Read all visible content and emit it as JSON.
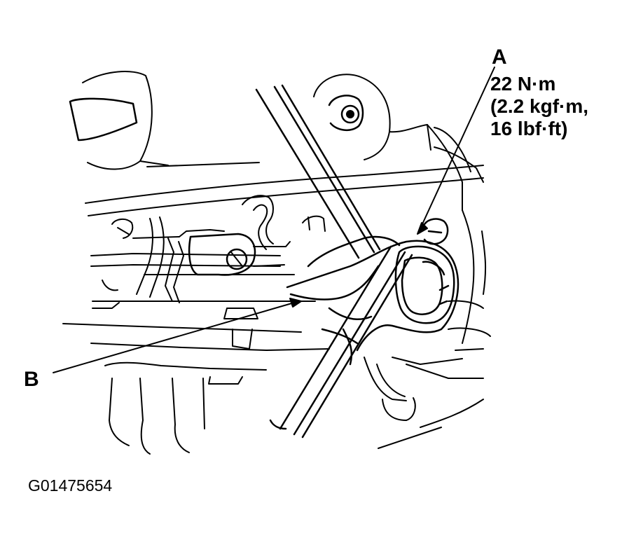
{
  "callouts": {
    "a": {
      "letter": "A",
      "torque_lines": [
        "22 N·m",
        "(2.2 kgf·m,",
        "16 lbf·ft)"
      ]
    },
    "b": {
      "letter": "B"
    }
  },
  "figure_id": "G01475654",
  "colors": {
    "line": "#000000",
    "background": "#ffffff"
  }
}
